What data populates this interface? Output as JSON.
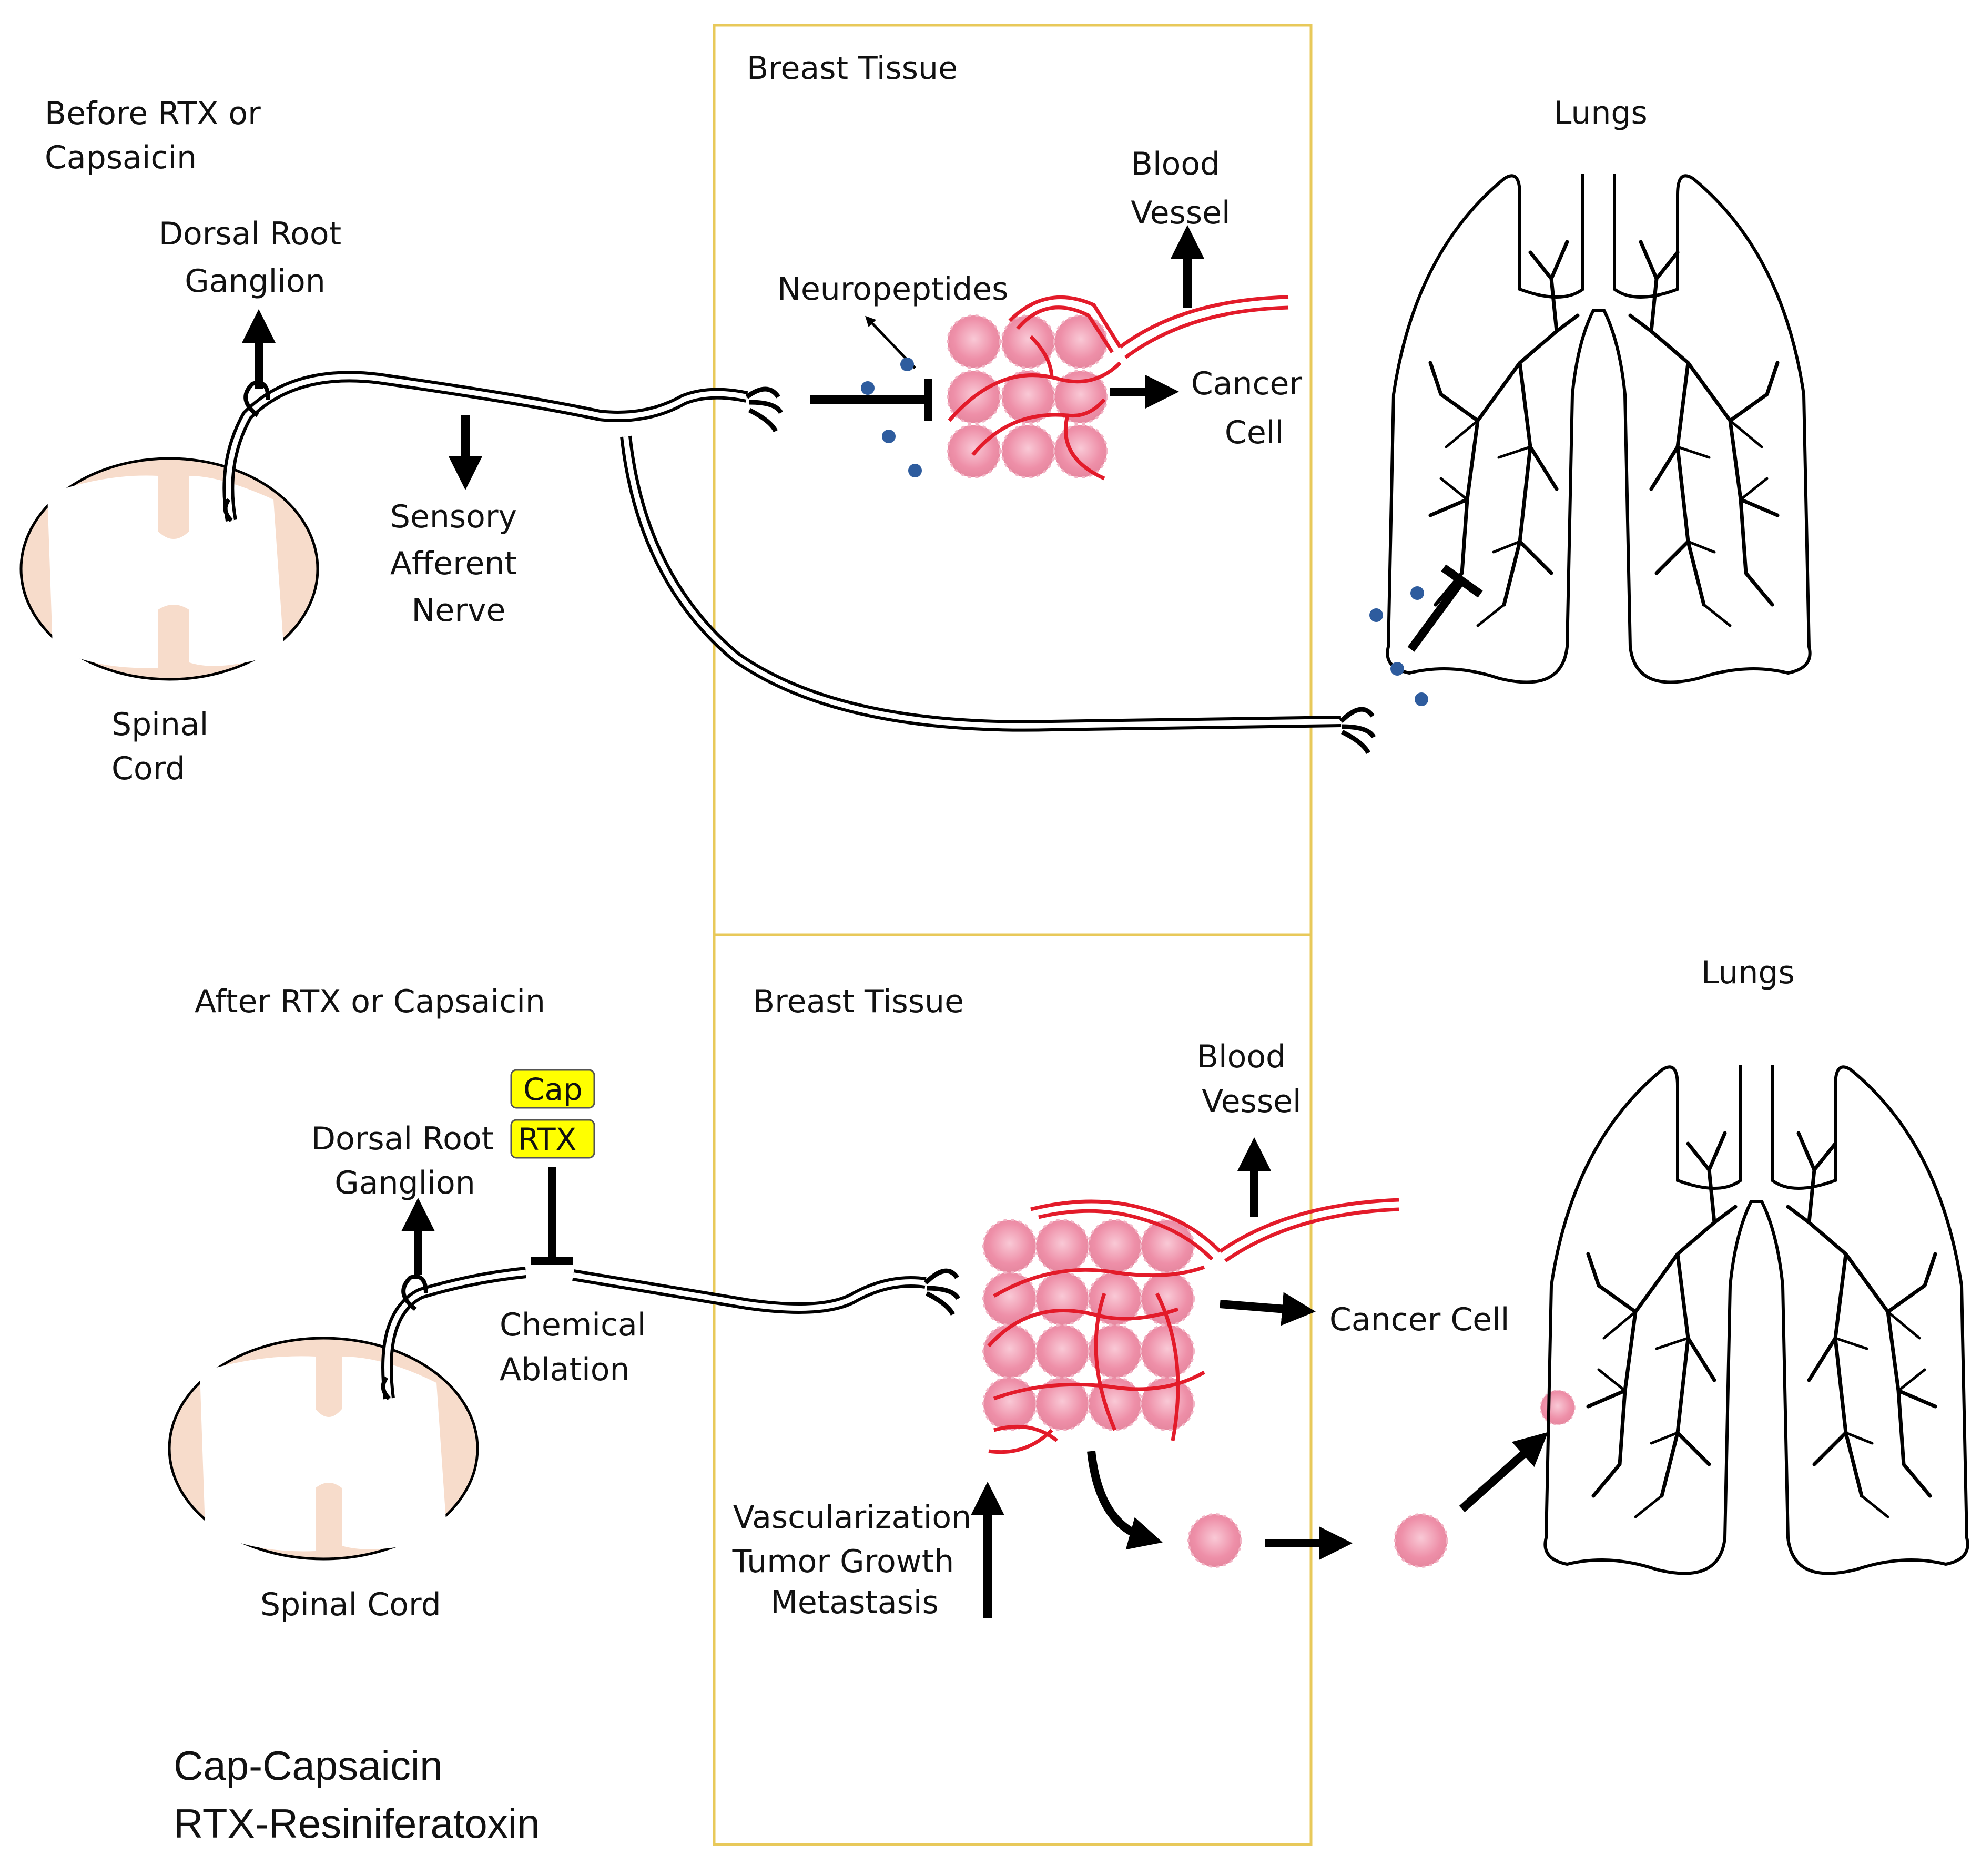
{
  "colors": {
    "box_border": "#e8c95a",
    "spinal_fill": "#f7dccb",
    "vessel": "#e31b2a",
    "cancer_cell": "#f0a0b4",
    "neuropeptide": "#2e5c9e",
    "tag_fill": "#ffff00"
  },
  "top": {
    "condition": [
      "Before RTX or",
      "Capsaicin"
    ],
    "drg": [
      "Dorsal Root",
      "Ganglion"
    ],
    "nerve": [
      "Sensory",
      "Afferent",
      "Nerve"
    ],
    "spinal_cord": [
      "Spinal",
      "Cord"
    ],
    "breast_tissue": "Breast Tissue",
    "blood_vessel": [
      "Blood",
      "Vessel"
    ],
    "neuropeptides": "Neuropeptides",
    "cancer_cell": [
      "Cancer",
      "Cell"
    ],
    "lungs": "Lungs"
  },
  "bottom": {
    "condition": "After RTX or Capsaicin",
    "drg": [
      "Dorsal Root",
      "Ganglion"
    ],
    "cap_tag": "Cap",
    "rtx_tag": "RTX",
    "ablation": [
      "Chemical",
      "Ablation"
    ],
    "spinal_cord": "Spinal Cord",
    "breast_tissue": "Breast Tissue",
    "blood_vessel": [
      "Blood",
      "Vessel"
    ],
    "cancer_cell": "Cancer Cell",
    "effects": [
      "Vascularization",
      "Tumor Growth",
      "Metastasis"
    ],
    "lungs": "Lungs"
  },
  "legend": [
    "Cap-Capsaicin",
    "RTX-Resiniferatoxin"
  ]
}
